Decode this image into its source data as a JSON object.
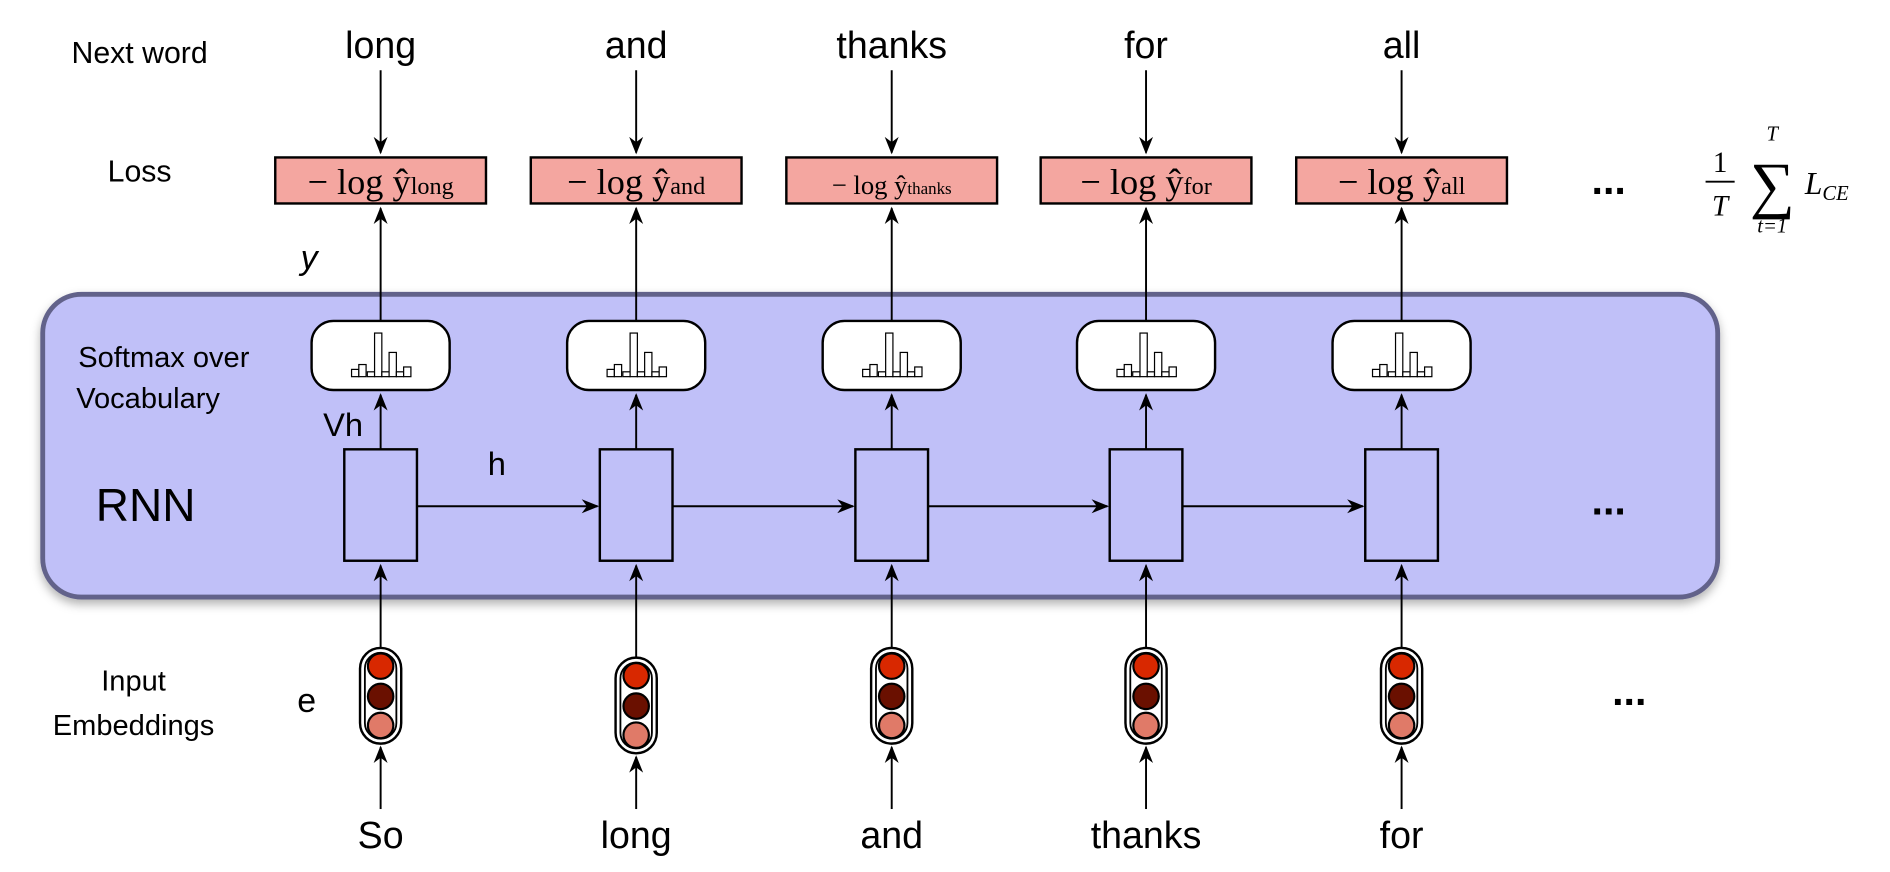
{
  "labels": {
    "next_word": "Next word",
    "loss": "Loss",
    "y": "y",
    "softmax_line1": "Softmax over",
    "softmax_line2": "Vocabulary",
    "vh": "Vh",
    "h": "h",
    "rnn": "RNN",
    "input_line1": "Input",
    "input_line2": "Embeddings",
    "e": "e",
    "ellipsis": "..."
  },
  "loss_prefix": "− log ŷ",
  "next_words": [
    "long",
    "and",
    "thanks",
    "for",
    "all"
  ],
  "input_words": [
    "So",
    "long",
    "and",
    "thanks",
    "for"
  ],
  "formula": {
    "numerator": "1",
    "denominator": "T",
    "sum": "∑",
    "upper": "T",
    "lower": "t=1",
    "term": "L",
    "term_sub": "CE"
  },
  "colors": {
    "rnn_fill": "#c0c0f8",
    "rnn_stroke": "#62628a",
    "loss_fill": "#f4a6a0",
    "embed_top": "#d82800",
    "embed_mid": "#6a1000",
    "embed_bottom": "#e07a68"
  }
}
